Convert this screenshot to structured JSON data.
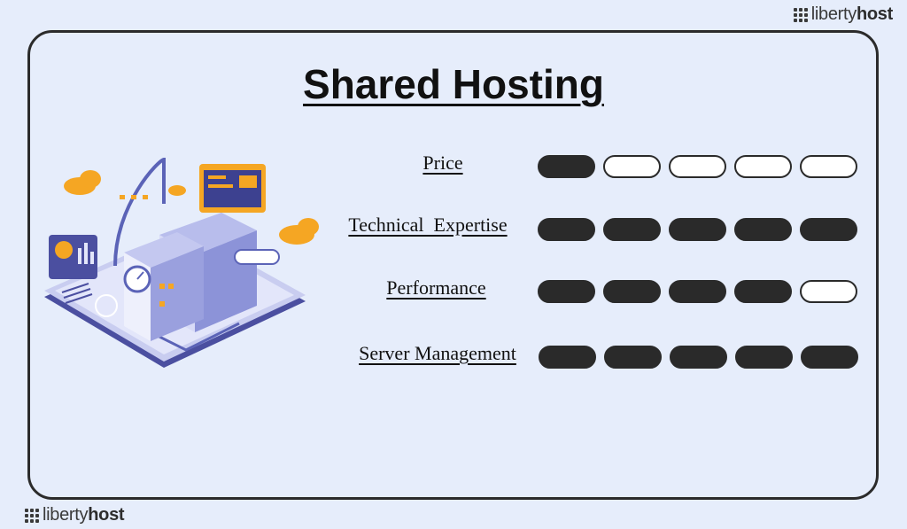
{
  "brand": {
    "name_light": "liberty",
    "name_bold": "host"
  },
  "title": "Shared Hosting",
  "rows": [
    {
      "label": "Price",
      "rating": 1,
      "max": 5
    },
    {
      "label": "Technical  Expertise",
      "rating": 5,
      "max": 5
    },
    {
      "label": "Performance",
      "rating": 4,
      "max": 5
    },
    {
      "label": "Server Management",
      "rating": 5,
      "max": 5
    }
  ],
  "colors": {
    "background": "#e6edfb",
    "filled": "#2a2a2a",
    "empty": "#ffffff",
    "accent": "#f5a623",
    "illustration": "#5b63b7"
  }
}
